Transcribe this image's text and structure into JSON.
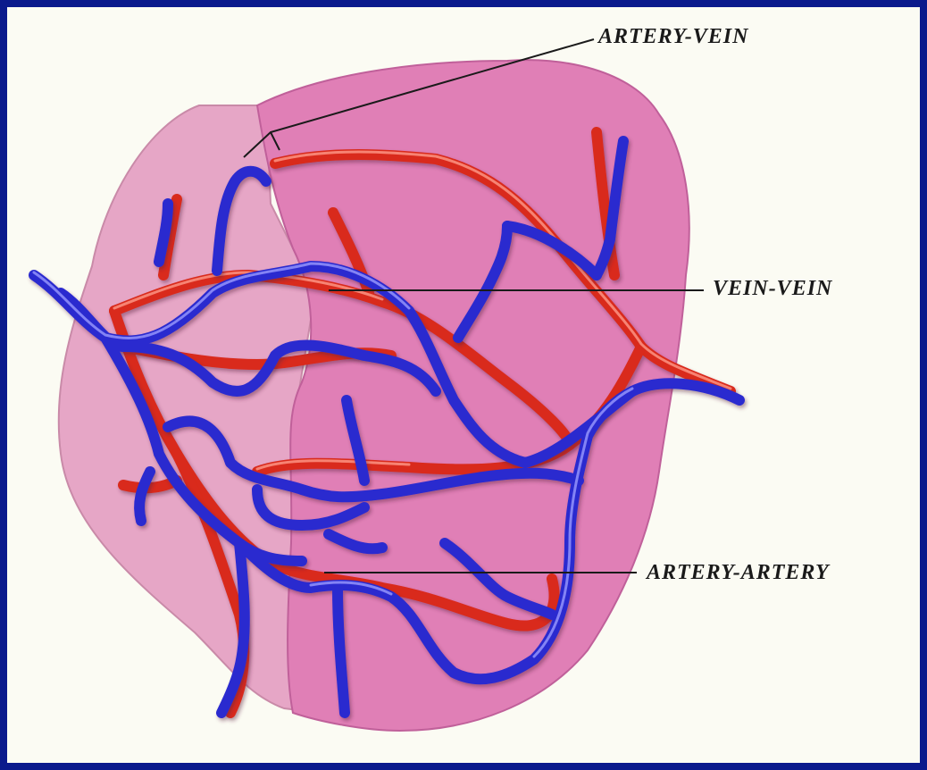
{
  "labels": {
    "artery_vein": "ARTERY-VEIN",
    "vein_vein": "VEIN-VEIN",
    "artery_artery": "ARTERY-ARTERY"
  },
  "colors": {
    "frame_border": "#0b1a8c",
    "background": "#fbfbf3",
    "placenta_light": "#e6a6c6",
    "placenta_main": "#e07fb6",
    "artery": "#d92a1a",
    "vein": "#2a2acf"
  }
}
